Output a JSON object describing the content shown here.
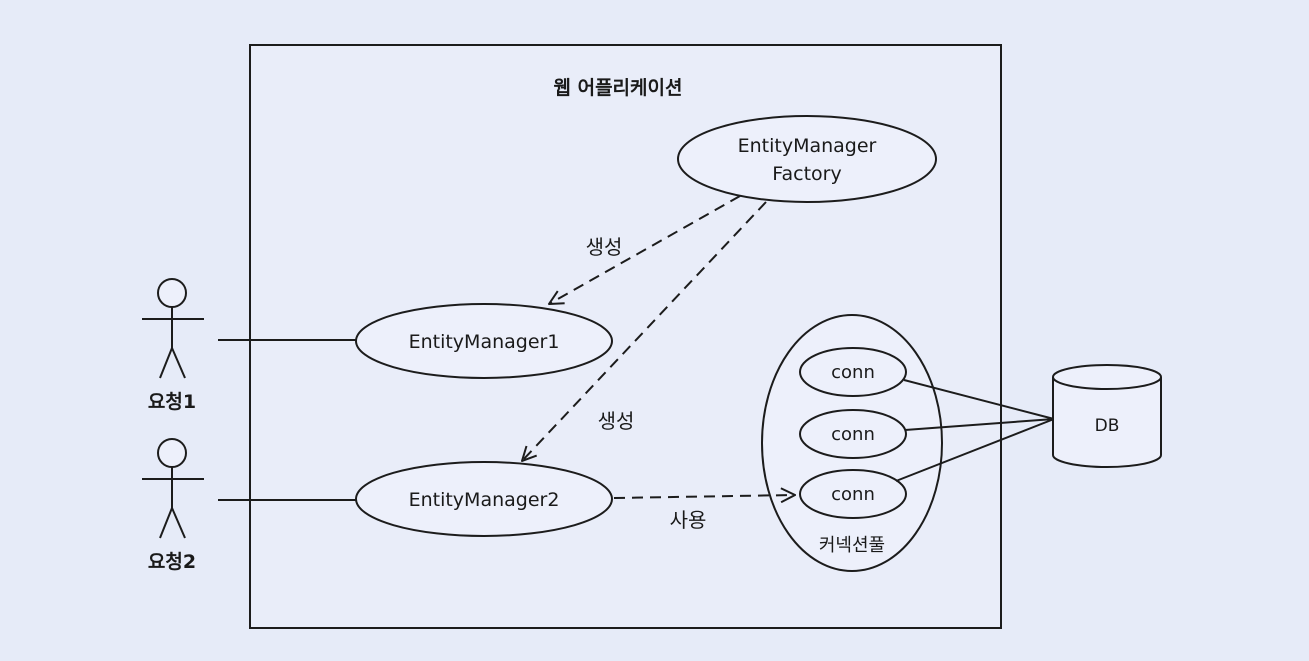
{
  "app_title": "웹 어플리케이션",
  "actors": [
    {
      "label": "요청1"
    },
    {
      "label": "요청2"
    }
  ],
  "factory": {
    "line1": "EntityManager",
    "line2": "Factory"
  },
  "managers": [
    {
      "label": "EntityManager1"
    },
    {
      "label": "EntityManager2"
    }
  ],
  "create_labels": [
    "생성",
    "생성"
  ],
  "use_label": "사용",
  "pool": {
    "label": "커넥션풀",
    "connections": [
      "conn",
      "conn",
      "conn"
    ]
  },
  "db": {
    "label": "DB"
  }
}
